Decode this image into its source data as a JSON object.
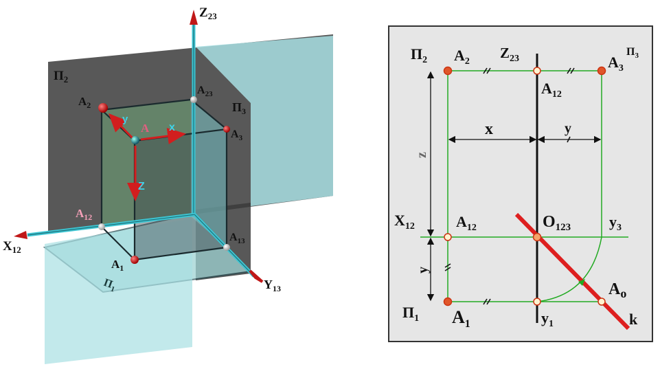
{
  "left_diagram": {
    "plane_labels": {
      "pi2": "Π",
      "pi2_sub": "2",
      "pi3": "Π",
      "pi3_sub": "3",
      "pi1": "Π",
      "pi1_sub": "1"
    },
    "axis_labels": {
      "z": "Z",
      "z_sub": "23",
      "x": "X",
      "x_sub": "12",
      "y": "Y",
      "y_sub": "13"
    },
    "point_labels": {
      "a": "A",
      "a2": "A",
      "a2_sub": "2",
      "a23": "A",
      "a23_sub": "23",
      "a3": "A",
      "a3_sub": "3",
      "a12": "A",
      "a12_sub": "12",
      "a13": "A",
      "a13_sub": "13",
      "a1": "A",
      "a1_sub": "1"
    },
    "vector_labels": {
      "x": "x",
      "y": "y",
      "z": "Z"
    },
    "colors": {
      "pi2_plane": "#4a4a4a",
      "pi3_plane": "#a8dfe3",
      "pi1_plane": "#9fd4d4",
      "axis": "#3ec6d3",
      "arrow": "#d21e1e",
      "box_front": "#6fa878",
      "vector_label": "#3fd3e8"
    }
  },
  "right_diagram": {
    "plane_labels": {
      "pi2": "Π",
      "pi2_sub": "2",
      "pi3": "Π",
      "pi3_sub": "3",
      "pi1": "Π",
      "pi1_sub": "1"
    },
    "axis_labels": {
      "z": "Z",
      "z_sub": "23",
      "x": "X",
      "x_sub": "12",
      "y3": "y",
      "y3_sub": "3",
      "y1": "y",
      "y1_sub": "1",
      "origin": "O",
      "origin_sub": "123",
      "k": "k"
    },
    "point_labels": {
      "a2": "A",
      "a2_sub": "2",
      "a3": "A",
      "a3_sub": "3",
      "a12_top": "A",
      "a12_top_sub": "12",
      "a12_left": "A",
      "a12_left_sub": "12",
      "a1": "A",
      "a1_sub": "1",
      "a0": "A",
      "a0_sub": "o"
    },
    "dimension_labels": {
      "x": "x",
      "y_top": "y",
      "z": "z",
      "y_left": "y"
    },
    "colors": {
      "background": "#e6e6e6",
      "frame": "#333333",
      "construction_line": "#22aa22",
      "k_line": "#dd1f1f",
      "point_fill": "#f5a46a",
      "point_stroke": "#cc3311"
    }
  }
}
